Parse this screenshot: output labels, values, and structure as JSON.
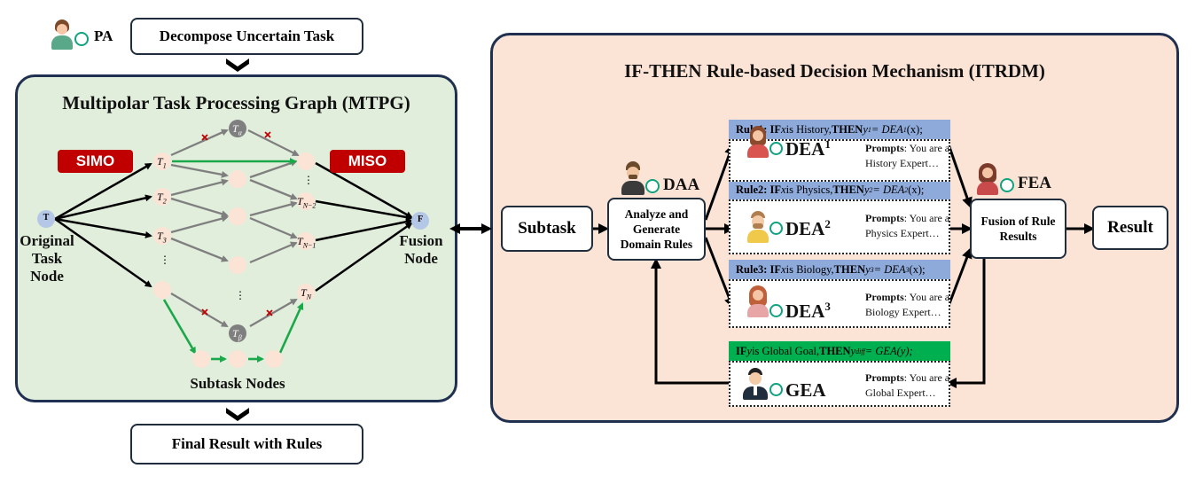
{
  "colors": {
    "left_panel_bg": "#e2eedc",
    "right_panel_bg": "#fbe3d6",
    "rule_bar": "#8eaadb",
    "global_bar": "#00b050",
    "tag_red": "#c00000",
    "node_fill": "#fbe3d6",
    "node_root": "#b4c7e7",
    "edge_gray": "#7f7f7f",
    "edge_green": "#1aa84a"
  },
  "top": {
    "pa_label": "PA",
    "decompose": "Decompose Uncertain Task"
  },
  "mtpg": {
    "title": "Multipolar Task Processing Graph (MTPG)",
    "simo": "SIMO",
    "miso": "MISO",
    "original_node_letter": "T",
    "fusion_node_letter": "F",
    "original_label": "Original Task Node",
    "fusion_label": "Fusion Node",
    "subtask_label": "Subtask Nodes",
    "t1": "T",
    "t1s": "1",
    "t2": "T",
    "t2s": "2",
    "t3": "T",
    "t3s": "3",
    "ta": "T",
    "tas": "α",
    "tb": "T",
    "tbs": "β",
    "tn2": "T",
    "tn2s": "N−2",
    "tn1": "T",
    "tn1s": "N−1",
    "tn": "T",
    "tns": "N",
    "vdots": "⋮"
  },
  "bottom": {
    "final": "Final Result with Rules"
  },
  "itrdm": {
    "title": "IF-THEN Rule-based Decision Mechanism (ITRDM)",
    "subtask": "Subtask",
    "daa_label": "DAA",
    "daa_box": "Analyze and Generate Domain Rules",
    "fea_label": "FEA",
    "fea_box": "Fusion of Rule Results",
    "result": "Result",
    "gea_label": "GEA",
    "rules": [
      {
        "head": "Rule1",
        "text1": ": IF ",
        "x": "x",
        "text2": " is History, ",
        "then": "THEN",
        "y": " y",
        "ys": "1",
        "rest": " = DEA",
        "rs": "1",
        "tail": "(x);",
        "expert": "DEA",
        "sup": "1",
        "prompt_head": "Prompts",
        "prompt1": ": You are a",
        "prompt2": "History Expert…"
      },
      {
        "head": "Rule2",
        "text1": ": IF ",
        "x": "x",
        "text2": " is Physics, ",
        "then": "THEN",
        "y": " y",
        "ys": "2",
        "rest": " = DEA",
        "rs": "2",
        "tail": "(x);",
        "expert": "DEA",
        "sup": "2",
        "prompt_head": "Prompts",
        "prompt1": ": You are a",
        "prompt2": "Physics Expert…"
      },
      {
        "head": "Rule3",
        "text1": ": IF ",
        "x": "x",
        "text2": " is Biology, ",
        "then": "THEN",
        "y": " y",
        "ys": "3",
        "rest": " = DEA",
        "rs": "3",
        "tail": "(x);",
        "expert": "DEA",
        "sup": "3",
        "prompt_head": "Prompts",
        "prompt1": ": You are a",
        "prompt2": "Biology Expert…"
      }
    ],
    "global": {
      "if": "IF ",
      "y": "y",
      "text": " is Global Goal, ",
      "then": "THEN",
      "yd": " y",
      "yds": "diff",
      "rest": " = GEA(y);",
      "prompt_head": "Prompts",
      "prompt1": ": You are a",
      "prompt2": "Global Expert…"
    }
  }
}
